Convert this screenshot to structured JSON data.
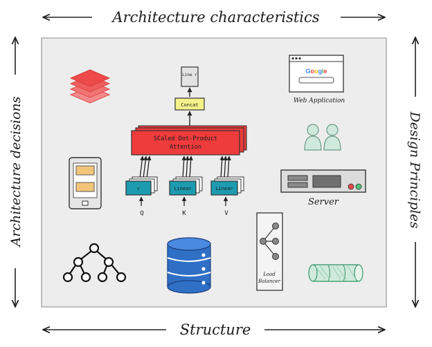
{
  "frame": {
    "top_label": "Architecture characteristics",
    "left_label": "Architecture decisions",
    "right_label": "Design Principles",
    "bottom_label": "Structure"
  },
  "attention": {
    "output_label": "Line r",
    "concat_label": "Concat",
    "sdpa_line1": "SCaled Dot-Product",
    "sdpa_line2": "Attention",
    "linear_q": "r",
    "linear_k": "Linear",
    "linear_v": "Linear",
    "input_q": "Q",
    "input_k": "K",
    "input_v": "V"
  },
  "web_app": {
    "caption": "Web Application",
    "logo_letters": [
      "G",
      "o",
      "o",
      "g",
      "l",
      "e"
    ],
    "logo_colors": [
      "#4285f4",
      "#ea4335",
      "#fbbc05",
      "#4285f4",
      "#34a853",
      "#ea4335"
    ]
  },
  "server": {
    "caption": "Server"
  },
  "load_balancer": {
    "line1": "Load",
    "line2": "Balancer"
  },
  "colors": {
    "panel": "#ededed",
    "red": "#ee3b3b",
    "teal": "#1d9bb0",
    "yellow": "#f5f28a",
    "blue": "#2f6fc6",
    "mint": "#cfe9dd",
    "mint_stroke": "#4da27a"
  }
}
